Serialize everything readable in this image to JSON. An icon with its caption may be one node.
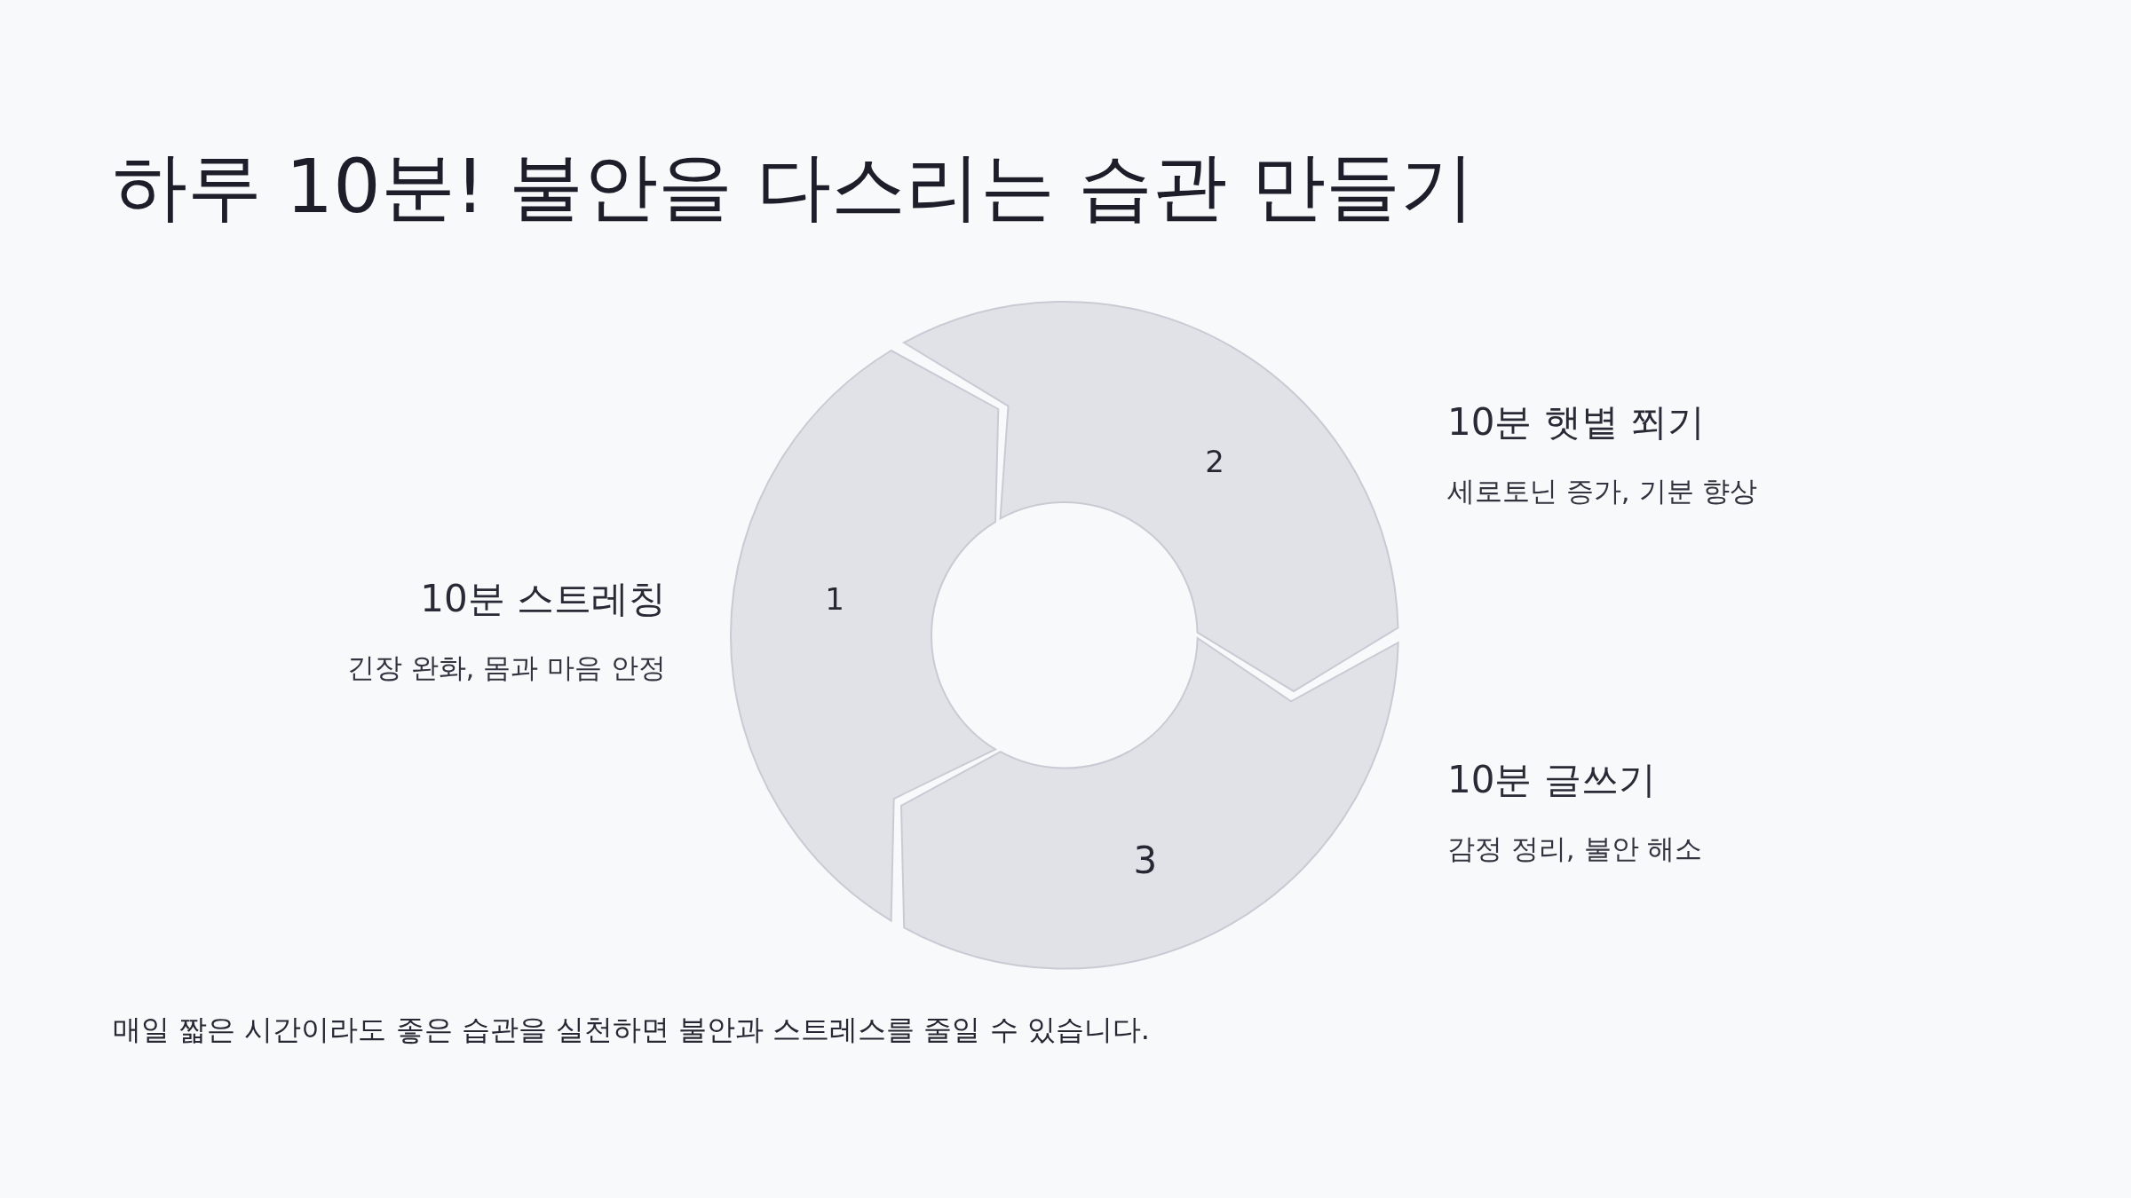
{
  "diagram": {
    "title": "하루 10분! 불안을 다스리는 습관 만들기",
    "nodes": [
      {
        "text": [
          "1"
        ],
        "beside": [
          "10분 스트레칭",
          "긴장 완화, 몸과 마음 안정"
        ]
      },
      {
        "text": [
          "2"
        ],
        "beside": [
          "10분 햇볕 쬐기",
          "세로토닌 증가, 기분 향상"
        ]
      },
      {
        "text": [
          "3"
        ],
        "beside": [
          "10분 글쓰기",
          "감정 정리, 불안 해소"
        ]
      }
    ],
    "caption": "매일 짧은 시간이라도 좋은 습관을 실천하면 불안과 스트레스를 줄일 수 있습니다."
  }
}
